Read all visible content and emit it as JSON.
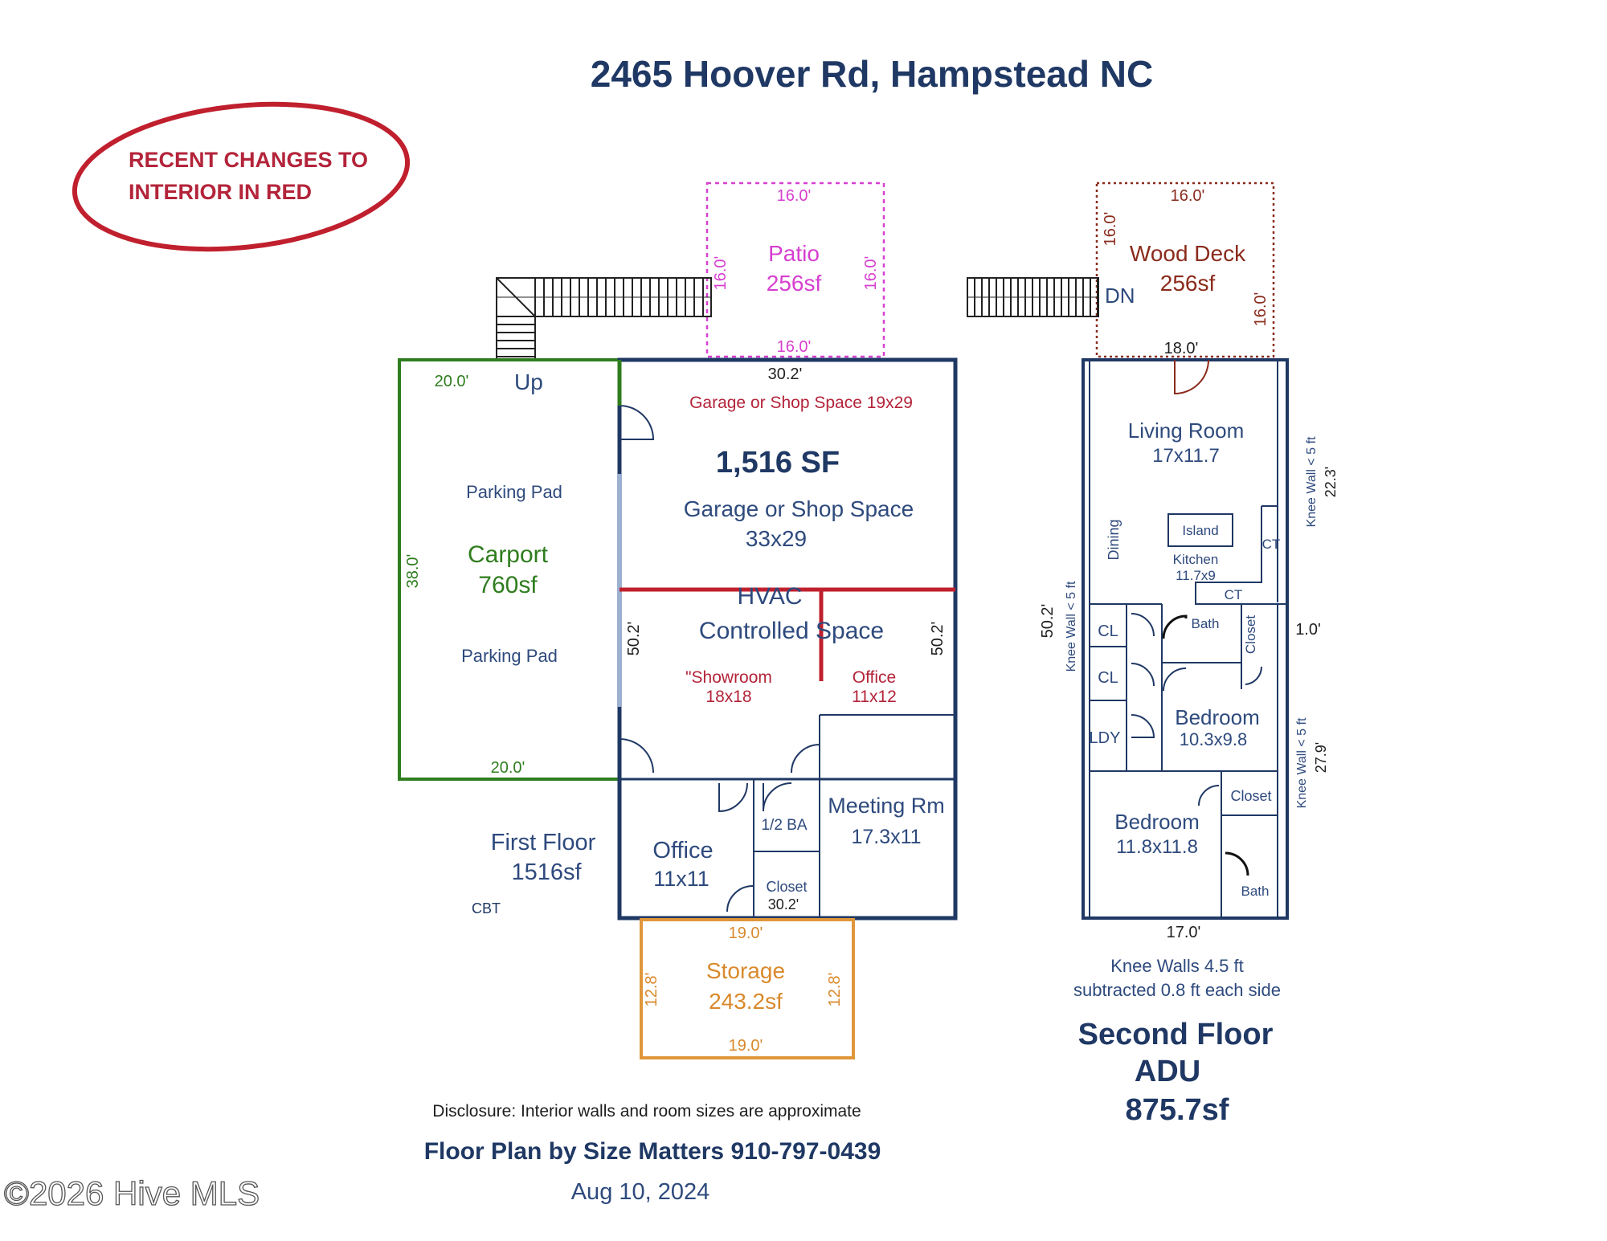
{
  "title": "2465 Hoover Rd, Hampstead NC",
  "notice": {
    "line1": "RECENT CHANGES TO",
    "line2": "INTERIOR IN RED"
  },
  "colors": {
    "navy": "#1f3864",
    "red": "#c0202e",
    "green": "#2f7d1e",
    "magenta": "#d63fd0",
    "brown": "#8a2b1c",
    "orange": "#e0963a"
  },
  "first_floor": {
    "label": "First Floor",
    "area": "1516sf",
    "initials": "CBT",
    "total_sf": "1,516 SF",
    "stairs_label": "Up",
    "width_top": "30.2'",
    "width_bottom": "30.2'",
    "depth_left": "50.2'",
    "depth_right": "50.2'",
    "patio": {
      "name": "Patio",
      "area": "256sf",
      "dim_top": "16.0'",
      "dim_bottom": "16.0'",
      "dim_left": "16.0'",
      "dim_right": "16.0'"
    },
    "carport": {
      "name": "Carport",
      "area": "760sf",
      "dim_top": "20.0'",
      "dim_bottom": "20.0'",
      "dim_left": "38.0'",
      "pad_upper": "Parking Pad",
      "pad_lower": "Parking Pad"
    },
    "garage_red": "Garage or Shop Space 19x29",
    "garage": {
      "name": "Garage or Shop Space",
      "size": "33x29"
    },
    "hvac": {
      "line1": "HVAC",
      "line2": "Controlled Space"
    },
    "showroom": {
      "name": "\"Showroom",
      "size": "18x18"
    },
    "office_red": {
      "name": "Office",
      "size": "11x12"
    },
    "meeting": {
      "name": "Meeting Rm",
      "size": "17.3x11"
    },
    "office": {
      "name": "Office",
      "size": "11x11"
    },
    "half_bath": "1/2 BA",
    "closet": "Closet",
    "storage": {
      "name": "Storage",
      "area": "243.2sf",
      "dim_top": "19.0'",
      "dim_bottom": "19.0'",
      "dim_left": "12.8'",
      "dim_right": "12.8'"
    }
  },
  "second_floor": {
    "label_line1": "Second Floor",
    "label_line2": "ADU",
    "label_line3": "875.7sf",
    "stairs_label": "DN",
    "width_top": "18.0'",
    "width_bottom": "17.0'",
    "depth_left": "50.2'",
    "offset": "1.0'",
    "knee_left": "Knee Wall < 5 ft",
    "knee_right_upper": "Knee Wall < 5 ft",
    "knee_right_lower": "Knee Wall < 5 ft",
    "dim_right_upper": "22.3'",
    "dim_right_lower": "27.9'",
    "deck": {
      "name": "Wood Deck",
      "area": "256sf",
      "dim_top": "16.0'",
      "dim_left": "16.0'",
      "dim_right": "16.0'"
    },
    "living": {
      "name": "Living Room",
      "size": "17x11.7"
    },
    "dining": "Dining",
    "island": "Island",
    "kitchen": {
      "name": "Kitchen",
      "size": "11.7x9"
    },
    "ct": "CT",
    "ct2": "CT",
    "cl1": "CL",
    "cl2": "CL",
    "ldy": "LDY",
    "bath1": "Bath",
    "closet1": "Closet",
    "bedroom1": {
      "name": "Bedroom",
      "size": "10.3x9.8"
    },
    "closet2": "Closet",
    "bedroom2": {
      "name": "Bedroom",
      "size": "11.8x11.8"
    },
    "bath2": "Bath",
    "knee_note_line1": "Knee Walls 4.5 ft",
    "knee_note_line2": "subtracted 0.8 ft each side"
  },
  "disclosure": "Disclosure: Interior walls and room sizes are approximate",
  "credit": "Floor Plan by Size Matters  910-797-0439",
  "date": "Aug 10, 2024",
  "watermark": "©2026 Hive MLS"
}
